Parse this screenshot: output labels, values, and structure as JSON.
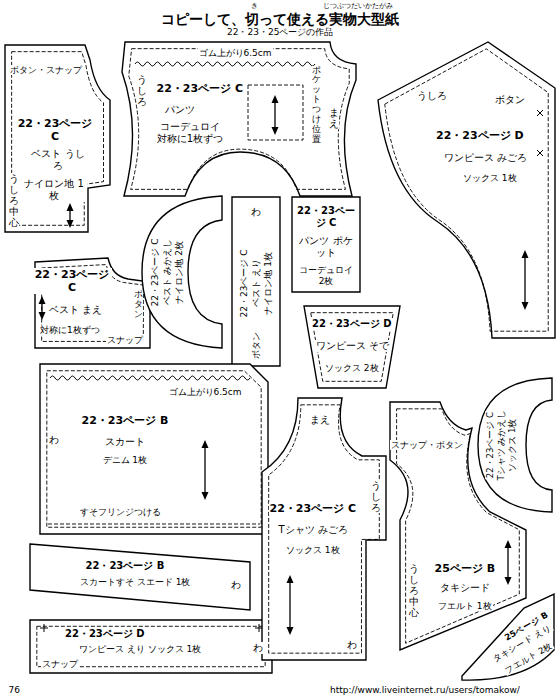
{
  "diagram": {
    "title": "コピーして、切って使える実物大型紙",
    "nodes": [
      {
        "text": [
          "ボタン・スナップ",
          "22・23ページ C",
          "ベスト うしろ",
          "ナイロン地 1枚",
          "うしろ中心"
        ]
      },
      {
        "text": [
          "ゴム上がり6.5cm",
          "うしろ",
          "22・23ページ C",
          "パンツ",
          "コーデュロイ 対称に1枚ずつ",
          "ポケットつけ位置",
          "まえ"
        ]
      },
      {
        "text": [
          "うしろ",
          "ボタン",
          "22・23ページ D",
          "ワンピース みごろ",
          "ソックス 1枚"
        ]
      },
      {
        "text": [
          "22・23ページ C",
          "ベスト まえ",
          "対称に1枚ずつ",
          "ボタン",
          "スナップ"
        ]
      },
      {
        "text": [
          "22・23ページ C",
          "ベスト みかえし",
          "ナイロン地 2枚"
        ]
      },
      {
        "text": [
          "わ",
          "22・23ページ C",
          "ベスト えり",
          "ナイロン地 1枚",
          "ボタン"
        ]
      },
      {
        "text": [
          "22・23ページ C",
          "パンツ ポケット",
          "コーデュロイ 2枚"
        ]
      },
      {
        "text": [
          "22・23ページ D",
          "ワンピース そで",
          "ソックス 2枚"
        ]
      },
      {
        "text": [
          "ゴム上がり6.5cm",
          "22・23ページ B",
          "スカート",
          "デニム 1枚",
          "わ",
          "すそフリンジつける"
        ]
      },
      {
        "text": [
          "22・23ページ B",
          "スカートすそ スエード 1枚",
          "わ"
        ]
      },
      {
        "text": [
          "22・23ページ D",
          "ワンピース えり ソックス 1枚",
          "スナップ",
          "わ"
        ]
      },
      {
        "text": [
          "まえ",
          "22・23ページ C",
          "Tシャツ みごろ",
          "ソックス 1枚",
          "うしろ",
          "わ"
        ]
      },
      {
        "text": [
          "スナップ・ボタン",
          "25ページ B",
          "タキシード",
          "フエルト 1枚",
          "うしろ中心"
        ]
      },
      {
        "text": [
          "22・23ページ C",
          "Tシャツ みかえし",
          "ソックス 1枚"
        ]
      },
      {
        "text": [
          "25ページ B",
          "タキシード えり",
          "フエルト 2枚"
        ]
      }
    ],
    "labels": [
      "き",
      "じつぶつだいかたがみ",
      "22・23・25ページの作品",
      "76",
      "http://www.liveinternet.ru/users/tomakow/"
    ]
  }
}
